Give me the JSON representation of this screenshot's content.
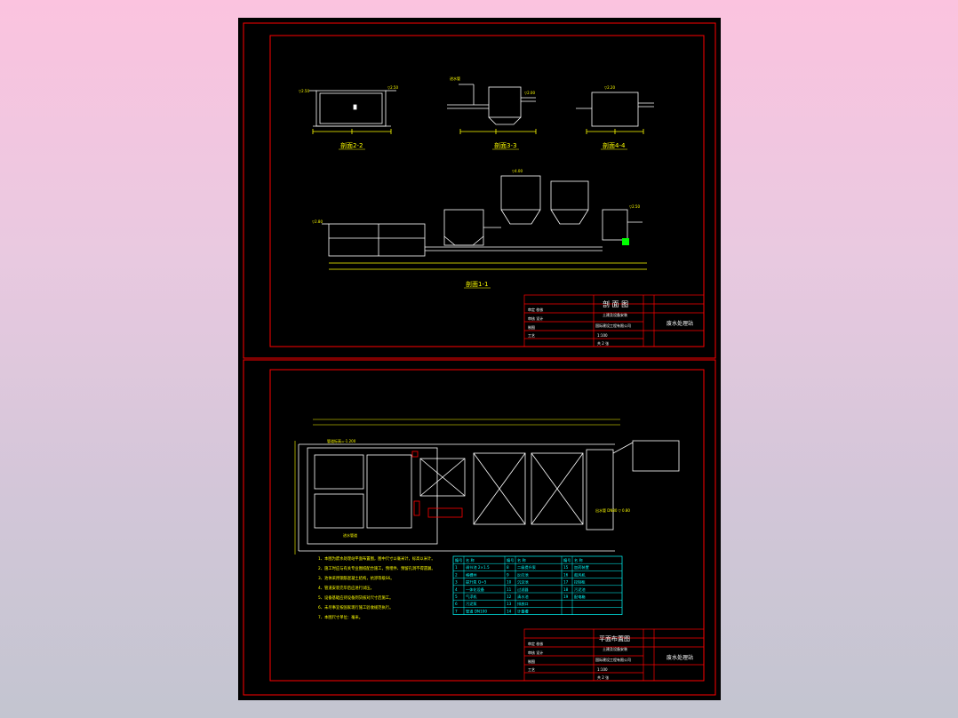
{
  "sheet_top": {
    "section_labels": {
      "s22": "剖面2-2",
      "s33": "剖面3-3",
      "s44": "剖面4-4",
      "s11": "剖面1-1"
    },
    "title_block": {
      "drawing_title": "剖 面 图",
      "subtitle": "土建及设备安装",
      "project": "废水处理站",
      "unit": "国际建设工程有限公司",
      "rows": [
        "审定 校核",
        "审核 设计",
        "制图",
        "工艺"
      ],
      "scale": "1:100",
      "sheet": "共 2 张"
    }
  },
  "sheet_bottom": {
    "plan_labels": {
      "pipe_top": "管道标高=-1.200",
      "pipe_bottom": "进水管道",
      "outlet": "出水管 DN80 ▽ 0.80"
    },
    "notes": [
      "1、本图为废水处理站平面布置图，图中尺寸以毫米计，标高以米计。",
      "2、施工时应与有关专业图纸配合施工，预埋件、预留孔洞不得遗漏。",
      "3、池体采用钢筋混凝土结构，抗渗等级S6。",
      "4、管道安装完毕后应进行试压。",
      "5、设备基础应待设备到货核对尺寸后施工。",
      "6、未尽事宜按国家现行施工验收规范执行。",
      "7、本图尺寸单位：毫米。"
    ],
    "equipment_table": {
      "headers": [
        "编号",
        "名 称",
        "编号",
        "名 称",
        "编号",
        "名 称"
      ],
      "rows": [
        [
          "1",
          "调节池 2×1.5",
          "8",
          "二级提升泵",
          "15",
          "加药装置"
        ],
        [
          "2",
          "格栅井",
          "9",
          "反应池",
          "16",
          "鼓风机"
        ],
        [
          "3",
          "提升泵 Q=5",
          "10",
          "沉淀池",
          "17",
          "控制柜"
        ],
        [
          "4",
          "一体化设备",
          "11",
          "过滤器",
          "18",
          "污泥池"
        ],
        [
          "5",
          "气浮机",
          "12",
          "清水池",
          "19",
          "配电箱"
        ],
        [
          "6",
          "污泥泵",
          "13",
          "排放口",
          "",
          ""
        ],
        [
          "7",
          "管道 DN100",
          "14",
          "计量槽",
          "",
          ""
        ]
      ]
    },
    "title_block": {
      "drawing_title": "平面布置图",
      "subtitle": "土建及设备安装",
      "project": "废水处理站",
      "unit": "国际建设工程有限公司",
      "rows": [
        "审定 校核",
        "审核 设计",
        "制图",
        "工艺"
      ],
      "scale": "1:100",
      "sheet": "共 2 张"
    }
  },
  "colors": {
    "frame": "#ff0000",
    "line": "#ffffff",
    "dim": "#ffff00",
    "table": "#00ffff",
    "accent": "#00ff00"
  }
}
